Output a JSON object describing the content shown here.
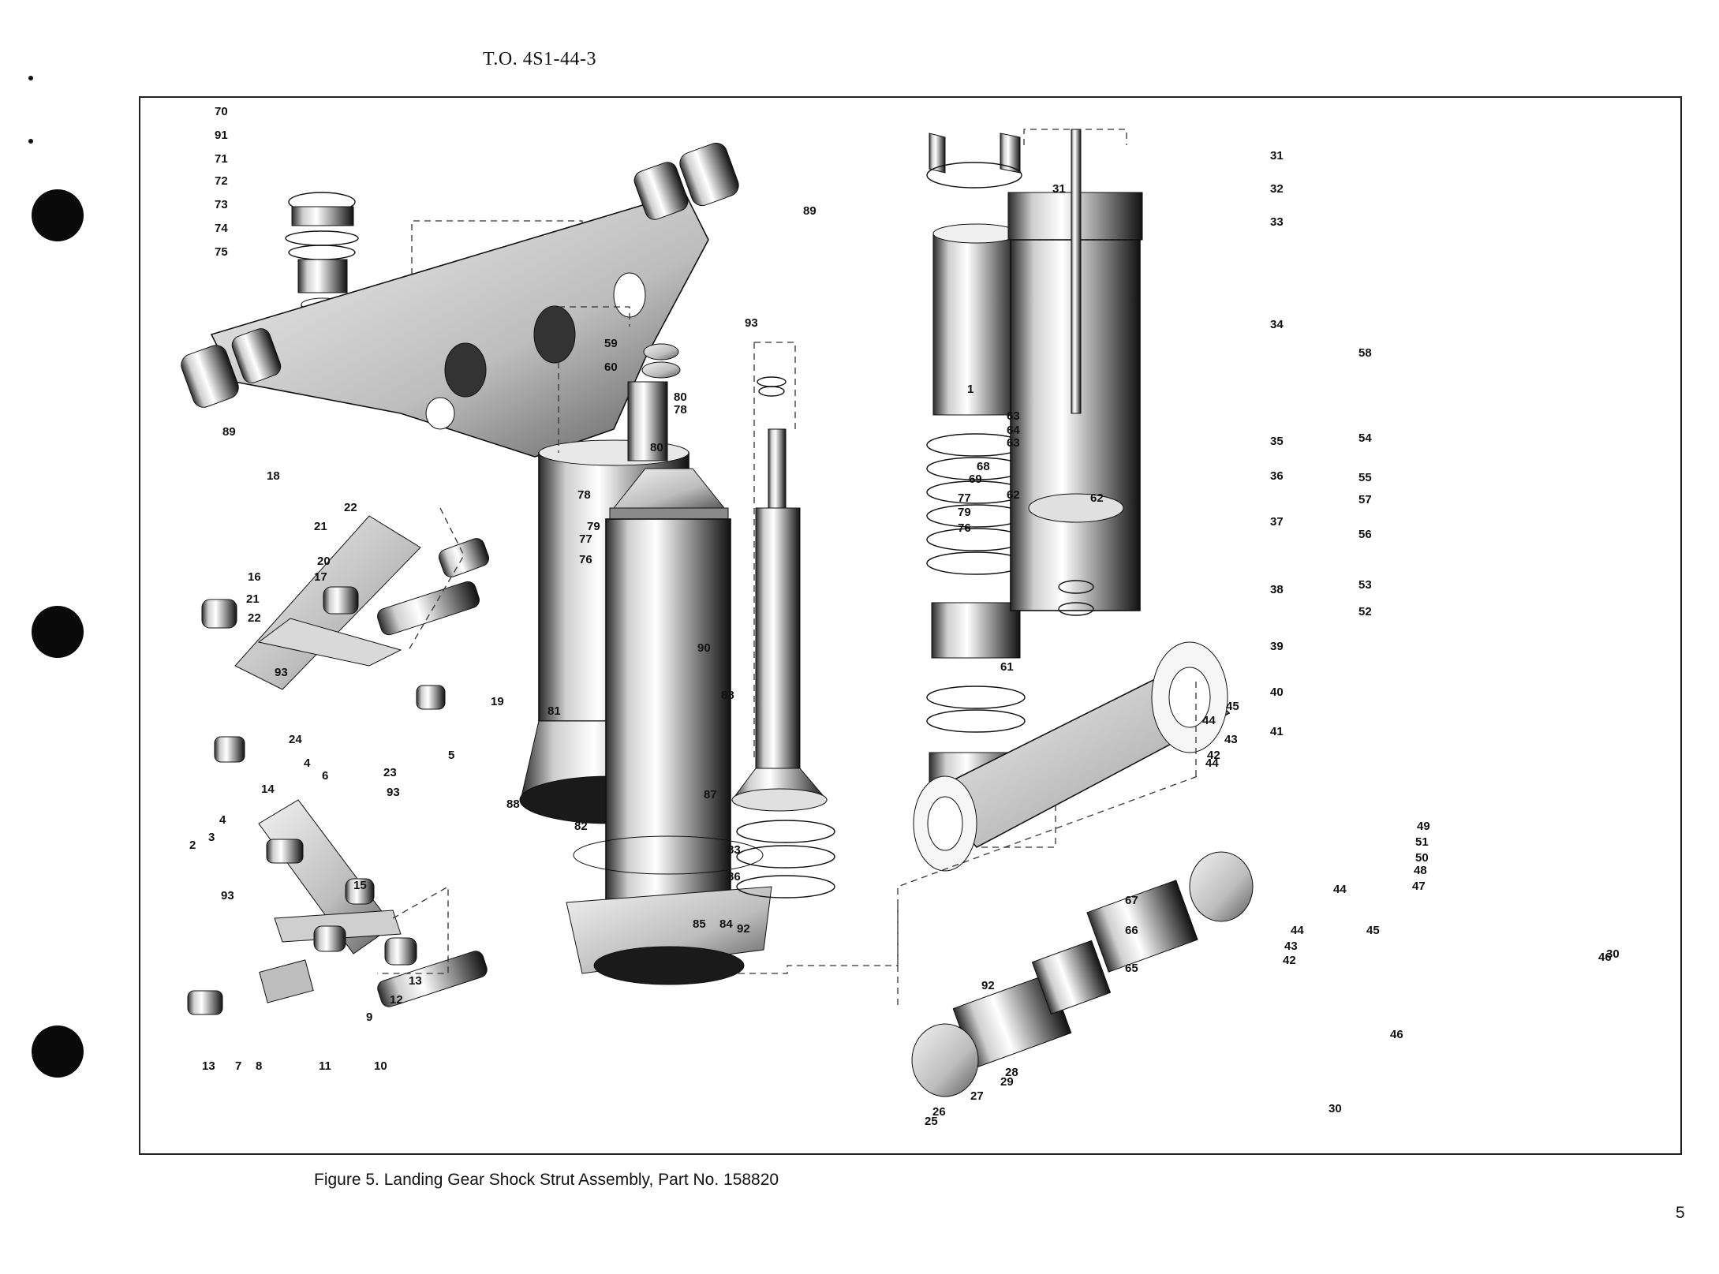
{
  "header": {
    "doc_number": "T.O. 4S1-44-3"
  },
  "caption": {
    "text": "Figure 5.  Landing Gear Shock Strut Assembly, Part No. 158820"
  },
  "page_number": "5",
  "callouts": [
    "70",
    "91",
    "71",
    "72",
    "73",
    "74",
    "75",
    "89",
    "93",
    "89",
    "18",
    "22",
    "21",
    "20",
    "17",
    "16",
    "21",
    "22",
    "93",
    "19",
    "5",
    "24",
    "4",
    "6",
    "23",
    "93",
    "14",
    "4",
    "3",
    "2",
    "15",
    "93",
    "12",
    "13",
    "9",
    "13",
    "7",
    "8",
    "11",
    "10",
    "59",
    "60",
    "80",
    "78",
    "1",
    "80",
    "68",
    "69",
    "78",
    "79",
    "77",
    "79",
    "77",
    "76",
    "76",
    "90",
    "88",
    "81",
    "87",
    "88",
    "82",
    "83",
    "86",
    "85",
    "84",
    "92",
    "92",
    "28",
    "29",
    "27",
    "26",
    "25",
    "63",
    "64",
    "63",
    "62",
    "62",
    "61",
    "67",
    "66",
    "65",
    "31",
    "32",
    "31",
    "33",
    "34",
    "35",
    "36",
    "37",
    "38",
    "39",
    "40",
    "41",
    "58",
    "54",
    "55",
    "57",
    "56",
    "53",
    "52",
    "45",
    "44",
    "43",
    "42",
    "44",
    "49",
    "51",
    "50",
    "48",
    "47",
    "44",
    "45",
    "44",
    "43",
    "42",
    "46",
    "30",
    "46",
    "30"
  ]
}
